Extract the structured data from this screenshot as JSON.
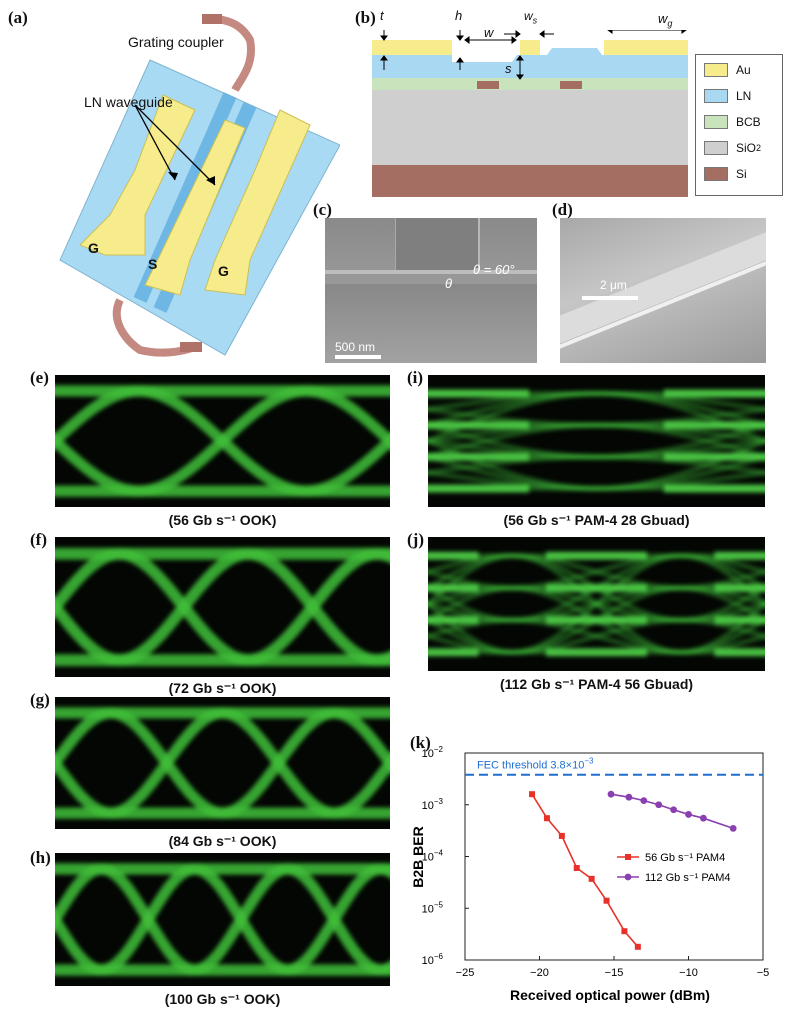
{
  "panels": {
    "a": "(a)",
    "b": "(b)",
    "c": "(c)",
    "d": "(d)",
    "e": "(e)",
    "f": "(f)",
    "g": "(g)",
    "h": "(h)",
    "i": "(i)",
    "j": "(j)",
    "k": "(k)"
  },
  "device": {
    "grating_coupler": "Grating coupler",
    "ln_waveguide": "LN waveguide",
    "electrodes": [
      "G",
      "S",
      "G"
    ]
  },
  "cross_section": {
    "dims": {
      "t": "t",
      "h": "h",
      "w": "w",
      "ws": "w",
      "ws_sub": "s",
      "wg": "w",
      "wg_sub": "g",
      "s": "s"
    },
    "legend": [
      {
        "label": "Au",
        "color": "#f7ec8c"
      },
      {
        "label": "LN",
        "color": "#a9d8f2"
      },
      {
        "label": "BCB",
        "color": "#c9e4bd"
      },
      {
        "label": "SiO",
        "sub": "2",
        "color": "#cfcfcf"
      },
      {
        "label": "Si",
        "color": "#a56e63"
      }
    ]
  },
  "sem": {
    "angle": "θ = 60°",
    "theta": "θ",
    "scale_c": "500 nm",
    "scale_d": "2 μm"
  },
  "eyes": {
    "e": {
      "caption": "(56 Gb s⁻¹ OOK)",
      "type": "nrz",
      "periods": 2
    },
    "f": {
      "caption": "(72 Gb s⁻¹ OOK)",
      "type": "nrz",
      "periods": 2.6
    },
    "g": {
      "caption": "(84 Gb s⁻¹ OOK)",
      "type": "nrz",
      "periods": 3
    },
    "h": {
      "caption": "(100 Gb s⁻¹ OOK)",
      "type": "nrz",
      "periods": 3.6
    },
    "i": {
      "caption": "(56 Gb s⁻¹ PAM-4 28 Gbuad)",
      "type": "pam4",
      "periods": 1
    },
    "j": {
      "caption": "(112 Gb s⁻¹ PAM-4 56 Gbuad)",
      "type": "pam4",
      "periods": 2
    }
  },
  "chart_data": {
    "type": "line",
    "xlabel": "Received optical power (dBm)",
    "ylabel": "B2B BER",
    "xlim": [
      -25,
      -5
    ],
    "ylim": [
      1e-06,
      0.01
    ],
    "log_y": true,
    "x_ticks": [
      "−25",
      "−20",
      "−15",
      "−10",
      "−5"
    ],
    "y_ticks": [
      {
        "base": "10",
        "exp": "−6"
      },
      {
        "base": "10",
        "exp": "−5"
      },
      {
        "base": "10",
        "exp": "−4"
      },
      {
        "base": "10",
        "exp": "−3"
      },
      {
        "base": "10",
        "exp": "−2"
      }
    ],
    "threshold": {
      "label": "FEC threshold  3.8×10",
      "exp": "−3",
      "value": 0.0038
    },
    "legend_position": "center-right",
    "series": [
      {
        "name": "56 Gb s⁻¹ PAM4",
        "color": "#e8312a",
        "marker": "square",
        "x": [
          -20.5,
          -19.5,
          -18.5,
          -17.5,
          -16.5,
          -15.5,
          -14.3,
          -13.4
        ],
        "y": [
          0.0016,
          0.00055,
          0.00025,
          6e-05,
          3.7e-05,
          1.4e-05,
          3.6e-06,
          1.8e-06
        ]
      },
      {
        "name": "112 Gb s⁻¹ PAM4",
        "color": "#8a3fb0",
        "marker": "circle",
        "x": [
          -15.2,
          -14,
          -13,
          -12,
          -11,
          -10,
          -9,
          -7
        ],
        "y": [
          0.0016,
          0.0014,
          0.0012,
          0.001,
          0.0008,
          0.00065,
          0.00055,
          0.00035
        ]
      }
    ]
  }
}
